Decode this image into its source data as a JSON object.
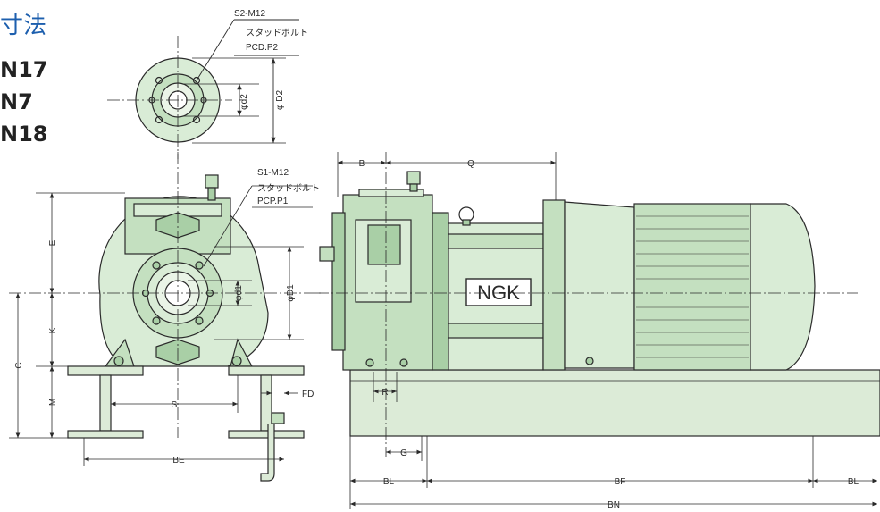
{
  "header": {
    "title": "寸法",
    "models": [
      "N17",
      "N7",
      "N18"
    ]
  },
  "front_view": {
    "discharge_note": [
      "S2-M12",
      "スタッドボルト",
      "PCD.P2"
    ],
    "suction_note": [
      "S1-M12",
      "スタッドボルト",
      "PCP.P1"
    ],
    "dims": {
      "d2": "φd2",
      "D2": "φ D2",
      "d1": "φd1",
      "D1": "φD1",
      "E": "E",
      "K": "K",
      "C": "C",
      "M": "M",
      "S": "S",
      "BE": "BE",
      "FD": "FD"
    }
  },
  "side_view": {
    "brand": "NGK",
    "dims": {
      "B": "B",
      "Q": "Q",
      "R": "R",
      "G": "G",
      "BL_left": "BL",
      "BF": "BF",
      "BL_right": "BL",
      "BN": "BN"
    }
  },
  "colors": {
    "title": "#1d5fae",
    "line": "#2a2a2a",
    "pump_light": "#d9ecd6",
    "pump_mid": "#c4e0c0",
    "pump_dark": "#a9cfa6",
    "base": "#dcebd7"
  }
}
